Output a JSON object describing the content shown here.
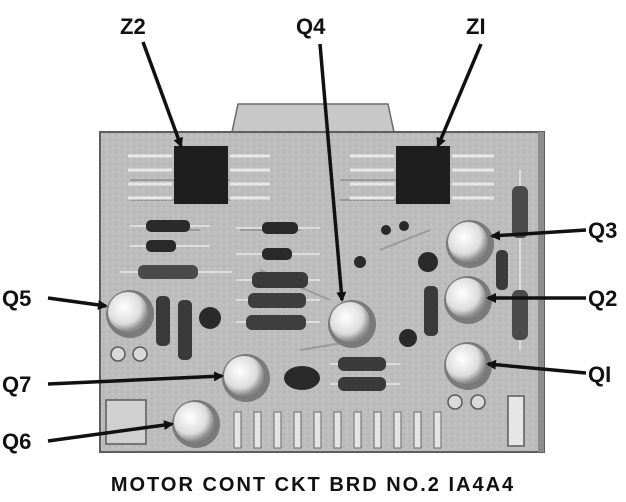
{
  "figure": {
    "caption": "MOTOR CONT CKT BRD NO.2 IA4A4"
  },
  "callouts": [
    {
      "id": "z2",
      "label": "Z2"
    },
    {
      "id": "q4",
      "label": "Q4"
    },
    {
      "id": "z1",
      "label": "ZI"
    },
    {
      "id": "q3",
      "label": "Q3"
    },
    {
      "id": "q2",
      "label": "Q2"
    },
    {
      "id": "q1",
      "label": "QI"
    },
    {
      "id": "q5",
      "label": "Q5"
    },
    {
      "id": "q7",
      "label": "Q7"
    },
    {
      "id": "q6",
      "label": "Q6"
    }
  ],
  "colors": {
    "board": "#bdbdbd",
    "board_dark": "#7a7a7a",
    "ink": "#111111",
    "component": "#1e1e1e",
    "can": "#e6e6e6"
  }
}
